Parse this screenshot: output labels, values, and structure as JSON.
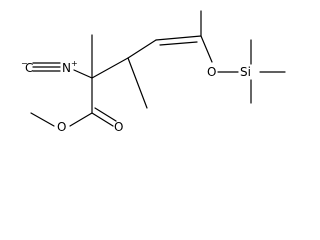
{
  "structure": {
    "atoms": {
      "isocyanide_carbon": "C",
      "isocyanide_carbon_charge": "−",
      "isocyanide_nitrogen": "N",
      "isocyanide_nitrogen_charge": "+",
      "ether_oxygen": "O",
      "silicon": "Si",
      "ester_single_oxygen": "O",
      "carbonyl_oxygen": "O"
    }
  }
}
